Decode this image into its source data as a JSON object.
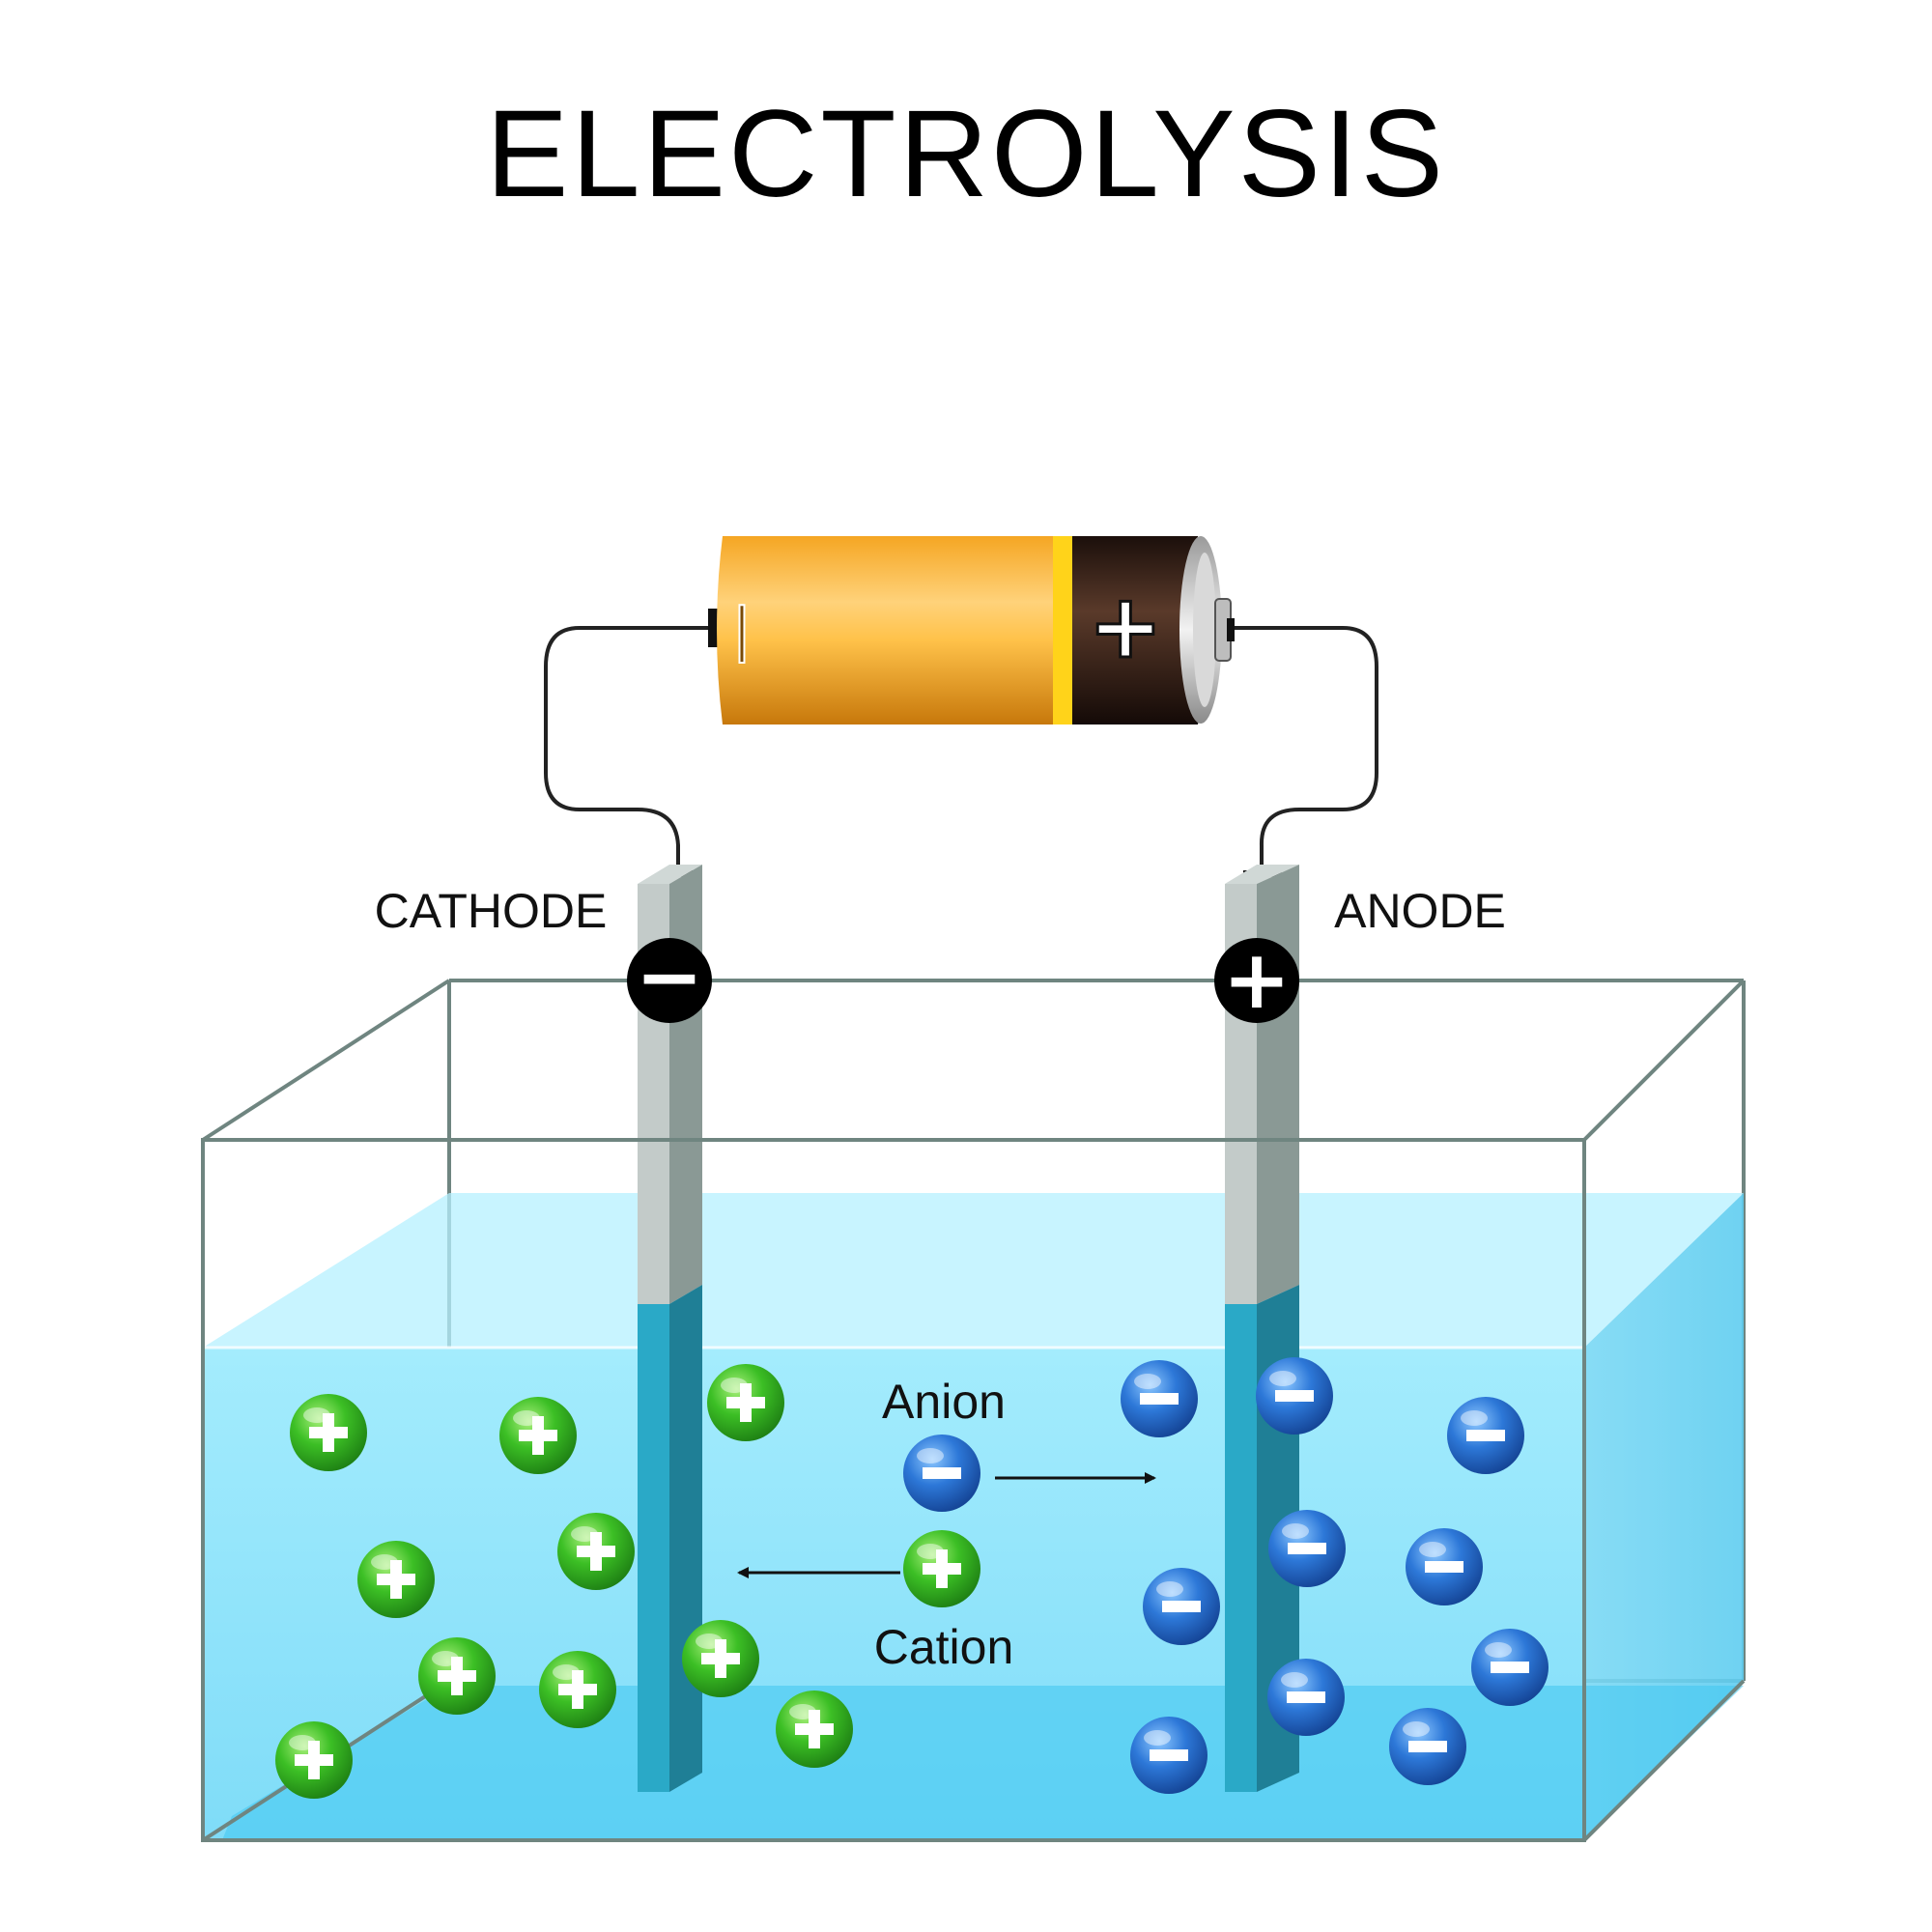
{
  "title": "ELECTROLYSIS",
  "labels": {
    "cathode": "CATHODE",
    "anode": "ANODE",
    "anion": "Anion",
    "cation": "Cation"
  },
  "battery": {
    "negative_mark": "|",
    "positive_mark": "+"
  },
  "electrode_signs": {
    "cathode": "−",
    "anode": "+"
  },
  "colors": {
    "cation": "#2fae1f",
    "anion": "#1f63c8",
    "electrolyte": "#8fe3fb",
    "electrode": "#2aa9c7",
    "battery_body": "#f6a51a",
    "battery_cap": "#2b1a14",
    "wire": "#222222",
    "tank_edge": "#6f8580"
  }
}
